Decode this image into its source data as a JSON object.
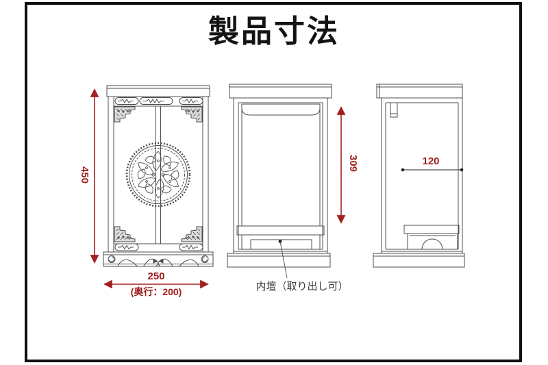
{
  "title": "製品寸法",
  "dimensions": {
    "front_height": "450",
    "front_width": "250",
    "depth_note": "(奥行：200)",
    "interior_height": "309",
    "interior_depth": "120"
  },
  "callouts": {
    "inner_altar": "内壇（取り出し可）"
  },
  "colors": {
    "dimension_red": "#a32020",
    "dimension_text_red": "#9e1d1d",
    "line_gray": "#4c4c4c",
    "frame_black": "#101010",
    "background": "#ffffff"
  }
}
